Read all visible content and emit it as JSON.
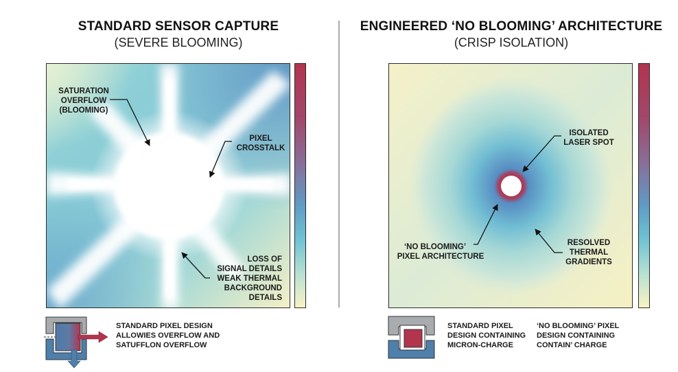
{
  "left_panel": {
    "title": "STANDARD SENSOR CAPTURE",
    "subtitle": "(SEVERE BLOOMING)",
    "annotations": {
      "saturation": [
        "SATURATION",
        "OVERFLOW",
        "(BLOOMING)"
      ],
      "crosstalk": [
        "PIXEL",
        "CROSSTALK"
      ],
      "loss": [
        "LOSS OF",
        "SIGNAL DETAILS",
        "WEAK THERMAL",
        "BACKGROUND",
        "DETAILS"
      ]
    },
    "legend": {
      "icon": "overflowing-pixel-icon",
      "text": [
        "STANDARD PIXEL DESIGN",
        "ALLOWIES OVERFLOW AND",
        "SATUFFLON OVERFLOW"
      ]
    }
  },
  "right_panel": {
    "title": "ENGINEERED ‘NO BLOOMING’ ARCHITECTURE",
    "subtitle": "(CRISP ISOLATION)",
    "annotations": {
      "laser": [
        "ISOLATED",
        "LASER SPOT"
      ],
      "architecture": [
        "‘NO BLOOMING’",
        "PIXEL ARCHITECTURE"
      ],
      "gradients": [
        "RESOLVED",
        "THERMAL",
        "GRADIENTS"
      ]
    },
    "legend": {
      "icon": "contained-pixel-icon",
      "text_standard": [
        "STANDARD PIXEL",
        "DESIGN CONTAINING",
        "MICRON-CHARGE"
      ],
      "text_noblooming": [
        "‘NO BLOOMING’ PIXEL",
        "DESIGN CONTAINING",
        "CONTAIN’ CHARGE"
      ]
    }
  },
  "colorbar": {
    "stops": [
      "#b2344f",
      "#8a6d97",
      "#5f9bc6",
      "#6ec3d3",
      "#f8f3c3"
    ]
  },
  "colors": {
    "hot": "#b2344f",
    "cold_blue": "#4f7fab",
    "gray": "#a9acaf",
    "background_cyan": "#8fd0d6",
    "background_yellow": "#f7f1c6"
  }
}
